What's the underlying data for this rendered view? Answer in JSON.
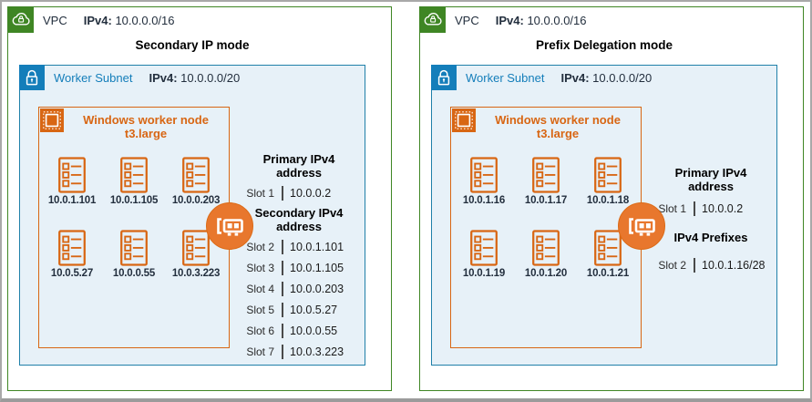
{
  "colors": {
    "vpc_green": "#3F8624",
    "subnet_blue": "#147EBA",
    "subnet_fill": "#E7F1F8",
    "node_orange": "#D86613",
    "eni_circle_orange": "#E8772D",
    "ip_label_text": "#232F3E"
  },
  "panels": [
    {
      "mode_title": "Secondary IP mode",
      "vpc_label": "VPC",
      "vpc_ip_label": "IPv4:",
      "vpc_cidr": "10.0.0.0/16",
      "subnet_label": "Worker Subnet",
      "subnet_ip_label": "IPv4:",
      "subnet_cidr": "10.0.0.0/20",
      "node_title": "Windows worker node",
      "node_instance": "t3.large",
      "pods": [
        [
          "10.0.1.101",
          "10.0.1.105",
          "10.0.0.203"
        ],
        [
          "10.0.5.27",
          "10.0.0.55",
          "10.0.3.223"
        ]
      ],
      "primary_heading": "Primary IPv4 address",
      "primary_slot": {
        "label": "Slot 1",
        "value": "10.0.0.2"
      },
      "secondary_heading": "Secondary IPv4 address",
      "secondary_slots": [
        {
          "label": "Slot 2",
          "value": "10.0.1.101"
        },
        {
          "label": "Slot 3",
          "value": "10.0.1.105"
        },
        {
          "label": "Slot 4",
          "value": "10.0.0.203"
        },
        {
          "label": "Slot 5",
          "value": "10.0.5.27"
        },
        {
          "label": "Slot 6",
          "value": "10.0.0.55"
        },
        {
          "label": "Slot 7",
          "value": "10.0.3.223"
        }
      ]
    },
    {
      "mode_title": "Prefix Delegation mode",
      "vpc_label": "VPC",
      "vpc_ip_label": "IPv4:",
      "vpc_cidr": "10.0.0.0/16",
      "subnet_label": "Worker Subnet",
      "subnet_ip_label": "IPv4:",
      "subnet_cidr": "10.0.0.0/20",
      "node_title": "Windows worker node",
      "node_instance": "t3.large",
      "pods": [
        [
          "10.0.1.16",
          "10.0.1.17",
          "10.0.1.18"
        ],
        [
          "10.0.1.19",
          "10.0.1.20",
          "10.0.1.21"
        ]
      ],
      "primary_heading": "Primary IPv4 address",
      "primary_slot": {
        "label": "Slot 1",
        "value": "10.0.0.2"
      },
      "secondary_heading": "IPv4 Prefixes",
      "secondary_slots": [
        {
          "label": "Slot 2",
          "value": "10.0.1.16/28"
        }
      ]
    }
  ]
}
